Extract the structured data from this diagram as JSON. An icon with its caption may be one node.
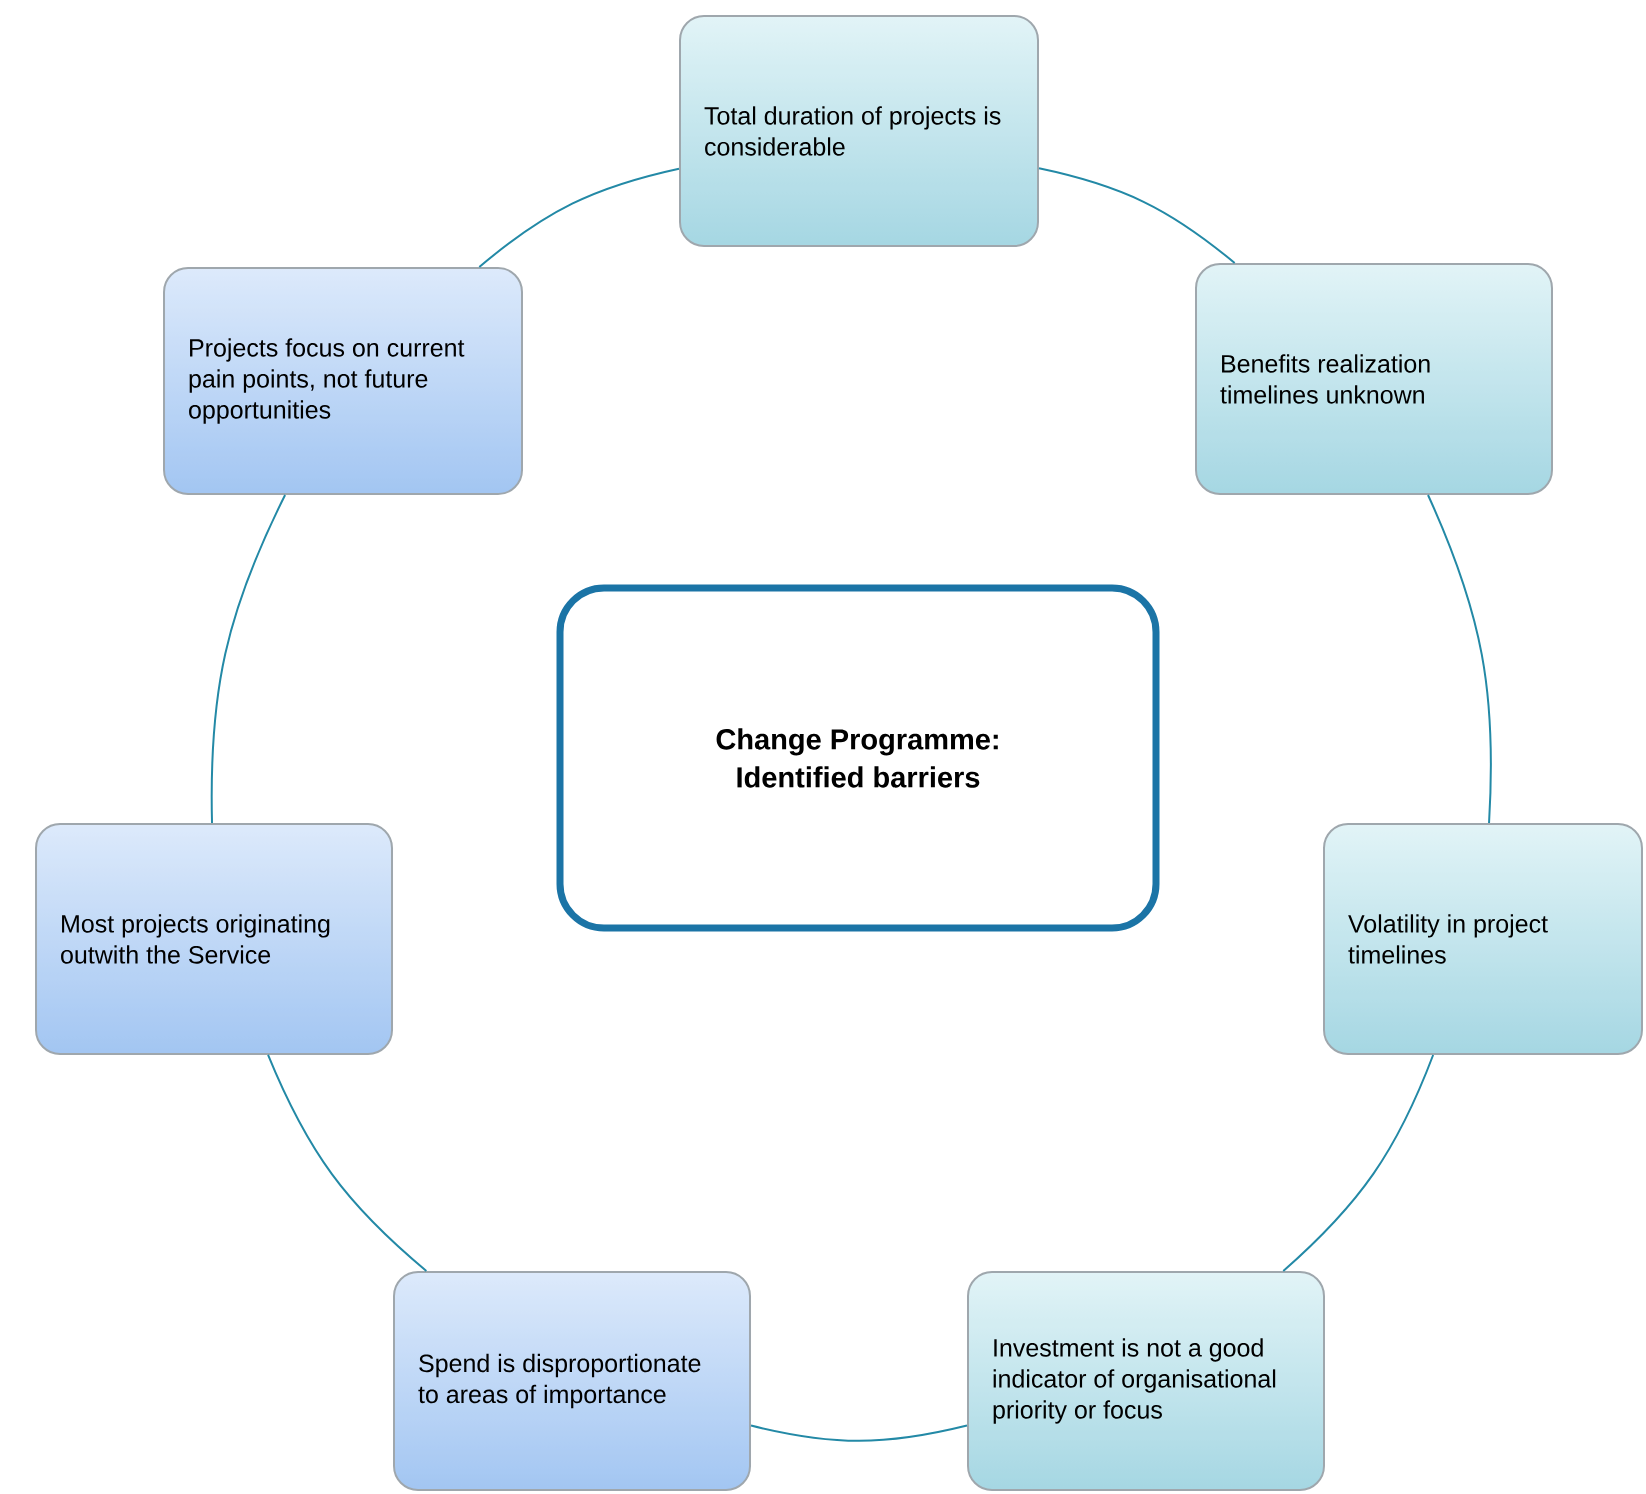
{
  "diagram": {
    "nodes": [
      {
        "text": [
          "Total duration of projects is considerable"
        ]
      },
      {
        "text": [
          "Projects focus on current pain points, not future opportunities"
        ]
      },
      {
        "text": [
          "Benefits realization timelines unknown"
        ]
      },
      {
        "text": [
          "Change Programme: Identified barriers"
        ]
      },
      {
        "text": [
          "Most projects originating outwith the Service"
        ]
      },
      {
        "text": [
          "Volatility in project timelines"
        ]
      },
      {
        "text": [
          "Spend is disproportionate to areas of importance"
        ]
      },
      {
        "text": [
          "Investment is not a good indicator of organisational priority or focus"
        ]
      }
    ],
    "edges": [
      {
        "from": 0,
        "to": 2,
        "arrow": "none"
      },
      {
        "from": 2,
        "to": 5,
        "arrow": "none"
      },
      {
        "from": 5,
        "to": 7,
        "arrow": "none"
      },
      {
        "from": 7,
        "to": 6,
        "arrow": "none"
      },
      {
        "from": 6,
        "to": 4,
        "arrow": "none"
      },
      {
        "from": 4,
        "to": 1,
        "arrow": "none"
      },
      {
        "from": 1,
        "to": 0,
        "arrow": "none"
      }
    ]
  }
}
